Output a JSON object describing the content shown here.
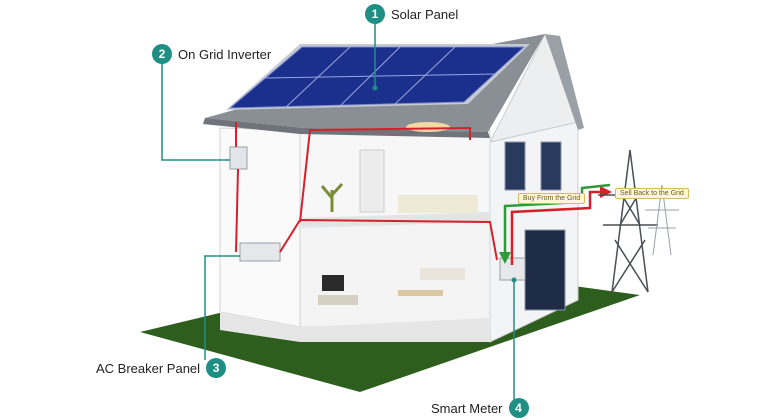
{
  "callouts": [
    {
      "number": "1",
      "label": "Solar Panel"
    },
    {
      "number": "2",
      "label": "On Grid Inverter"
    },
    {
      "number": "3",
      "label": "AC Breaker Panel"
    },
    {
      "number": "4",
      "label": "Smart Meter"
    }
  ],
  "flow_tags": {
    "buy": "Buy From the Grid",
    "sell": "Sell Back to the Grid"
  },
  "colors": {
    "accent": "#1f8f85",
    "wire": "#d6202a",
    "grid_wire": "#2f9a3a",
    "ground": "#2d5e1e",
    "panel": "#1b2f8c"
  }
}
